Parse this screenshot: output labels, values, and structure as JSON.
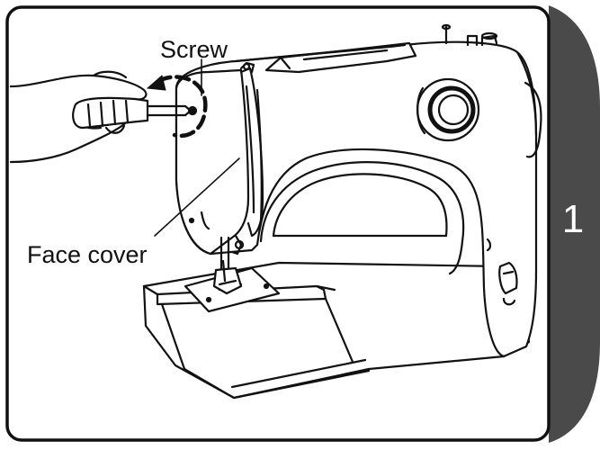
{
  "labels": {
    "screw": "Screw",
    "face_cover": "Face cover"
  },
  "step": {
    "number": "1"
  },
  "colors": {
    "ink": "#111111",
    "tab": "#4a4a4a",
    "tab_text": "#ffffff",
    "paper": "#ffffff"
  },
  "icons": {
    "rotation_arrow": "counterclockwise-arrow-icon"
  }
}
